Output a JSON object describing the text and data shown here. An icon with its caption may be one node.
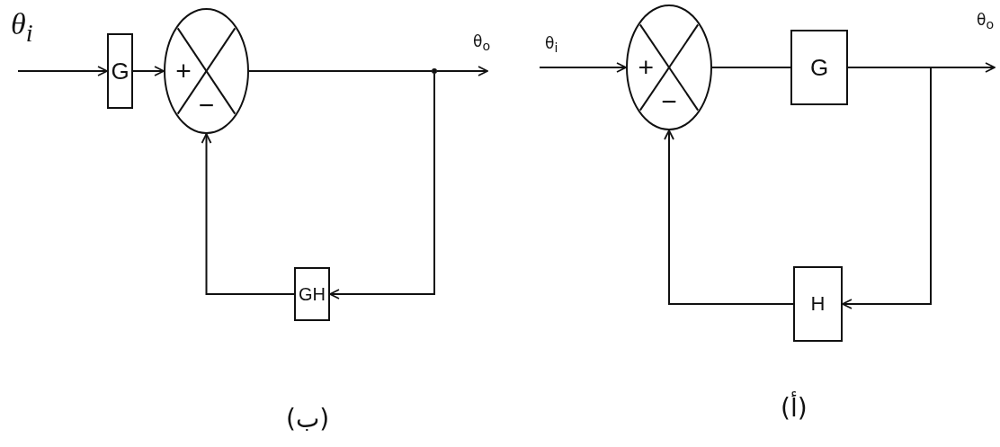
{
  "diagram": {
    "nodes": [
      {
        "text": [
          "G"
        ]
      },
      {
        "text": [
          "+",
          "−"
        ]
      },
      {
        "text": [
          "GH"
        ]
      },
      {
        "text": [],
        "shape": "circle"
      },
      {
        "text": [
          "+",
          "−"
        ]
      },
      {
        "text": [
          "G"
        ]
      },
      {
        "text": [
          "H"
        ]
      }
    ],
    "edges": [
      {
        "from": null,
        "to": 0,
        "arrow": "to"
      },
      {
        "from": 0,
        "to": 1,
        "arrow": "to"
      },
      {
        "from": 1,
        "to": 3,
        "arrow": "none"
      },
      {
        "from": 3,
        "to": null,
        "arrow": "to"
      },
      {
        "from": 3,
        "to": 2,
        "arrow": "to"
      },
      {
        "from": 2,
        "to": 1,
        "arrow": "to"
      },
      {
        "from": null,
        "to": 4,
        "arrow": "to"
      },
      {
        "from": 4,
        "to": 5,
        "arrow": "none"
      },
      {
        "from": 5,
        "to": null,
        "arrow": "to"
      },
      {
        "from": 5,
        "to": 6,
        "arrow": "to"
      },
      {
        "from": 6,
        "to": 4,
        "arrow": "to"
      }
    ],
    "labels": [
      "θ$_{i}$",
      "θ$_{o}$",
      "θ$_{i}$",
      "θ$_{o}$",
      "(ب)",
      "(أ)"
    ]
  }
}
